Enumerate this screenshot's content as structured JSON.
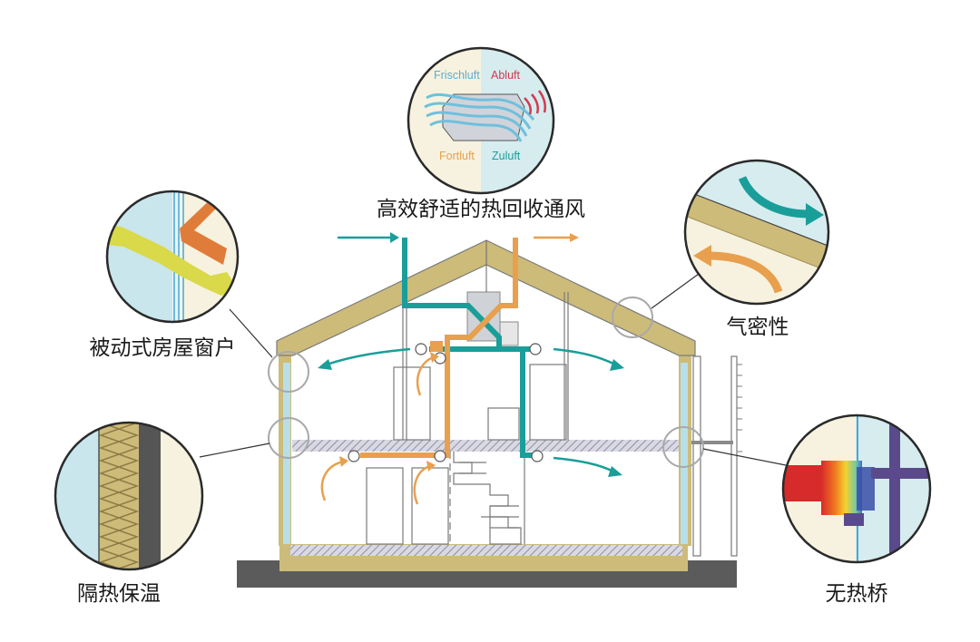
{
  "labels": {
    "ventilation": "高效舒适的热回收通风",
    "windows": "被动式房屋窗户",
    "airtightness": "气密性",
    "insulation": "隔热保温",
    "no_thermal_bridge": "无热桥"
  },
  "heat_exchanger": {
    "fresh_air": "Frischluft",
    "exhaust_air": "Abluft",
    "outgoing_air": "Fortluft",
    "supply_air": "Zuluft"
  },
  "colors": {
    "teal": "#1a9e9a",
    "orange": "#e8a04e",
    "wall": "#cdbb7a",
    "glass": "#c9e6ec",
    "cream": "#f6f2df",
    "exhaust_red": "#d23a4e",
    "ground": "#5b5b5b"
  }
}
